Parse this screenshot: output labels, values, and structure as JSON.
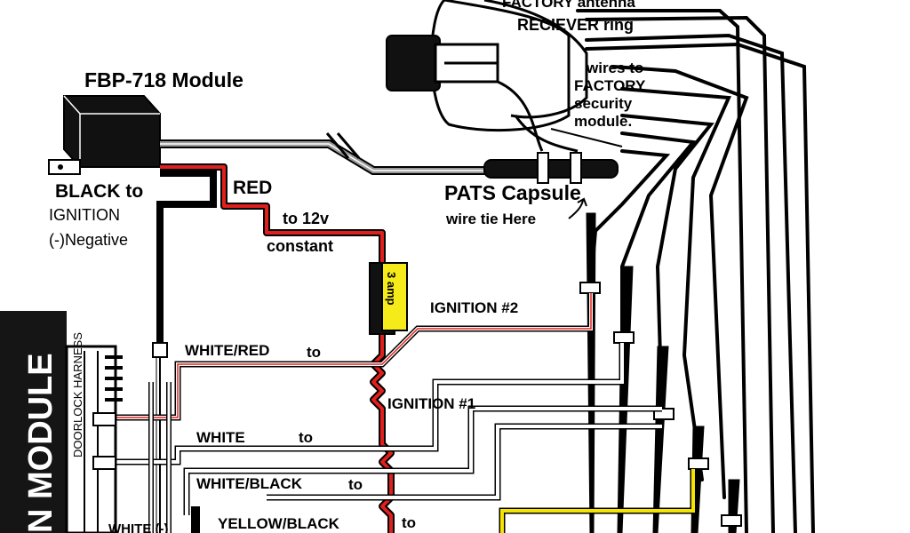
{
  "labels": {
    "factory_antenna": "FACTORY antenna",
    "reciever_ring": "RECIEVER ring",
    "wires_to": "wires to",
    "factory": "FACTORY",
    "security": "security",
    "module": "module.",
    "module_title": "FBP-718 Module",
    "black_to": "BLACK to",
    "ignition": "IGNITION",
    "negative": "(-)Negative",
    "red": "RED",
    "to_12v": "to 12v",
    "constant": "constant",
    "pats_capsule": "PATS Capsule",
    "wire_tie": "wire tie Here",
    "fuse": "3 amp",
    "ignition_2": "IGNITION #2",
    "ignition_1": "IGNITION #1",
    "white_red": "WHITE/RED",
    "white": "WHITE",
    "white_black": "WHITE/BLACK",
    "yellow_black": "YELLOW/BLACK",
    "white_neg": "WHITE (-)",
    "to_a": "to",
    "to_b": "to",
    "to_c": "to",
    "to_d": "to",
    "doorlock_harness": "DOORLOCK HARNESS",
    "main_module": "N MODULE"
  },
  "colors": {
    "red_wire": "#e0201c",
    "yellow_wire": "#f5e400",
    "fuse": "#f5ea1a",
    "black": "#000000"
  }
}
